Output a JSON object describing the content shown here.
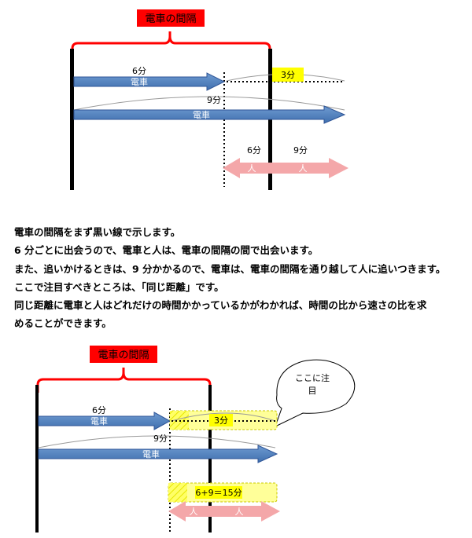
{
  "diagram1": {
    "interval_label": "電車の間隔",
    "top_arrow_time": "6分",
    "top_arrow_label": "電車",
    "gap_label": "3分",
    "long_arc_time": "9分",
    "long_arrow_label": "電車",
    "person_left_time": "6分",
    "person_right_time": "9分",
    "person_left_label": "人",
    "person_right_label": "人"
  },
  "paragraph": [
    "電車の間隔をまず黒い線で示します。",
    "6 分ごとに出会うので、電車と人は、電車の間隔の間で出会います。",
    "また、追いかけるときは、9 分かかるので、電車は、電車の間隔を通り越して人に追いつきます。",
    "ここで注目すべきところは、「同じ距離」です。",
    "同じ距離に電車と人はどれだけの時間かかっているかがわかれば、時間の比から速さの比を求",
    "めることができます。"
  ],
  "diagram2": {
    "interval_label": "電車の間隔",
    "callout_text": "ここに注目",
    "top_arrow_time": "6分",
    "top_arrow_label": "電車",
    "gap_label": "3分",
    "long_arc_time": "9分",
    "long_arrow_label": "電車",
    "sum_label": "6+9＝15分",
    "person_left_label": "人",
    "person_right_label": "人"
  },
  "colors": {
    "train_blue": "#4f81bd",
    "person_pink": "#f4a7a9",
    "interval_red": "#ff0000",
    "highlight_yellow": "#ffff00",
    "pale_yellow": "#ffff99"
  }
}
